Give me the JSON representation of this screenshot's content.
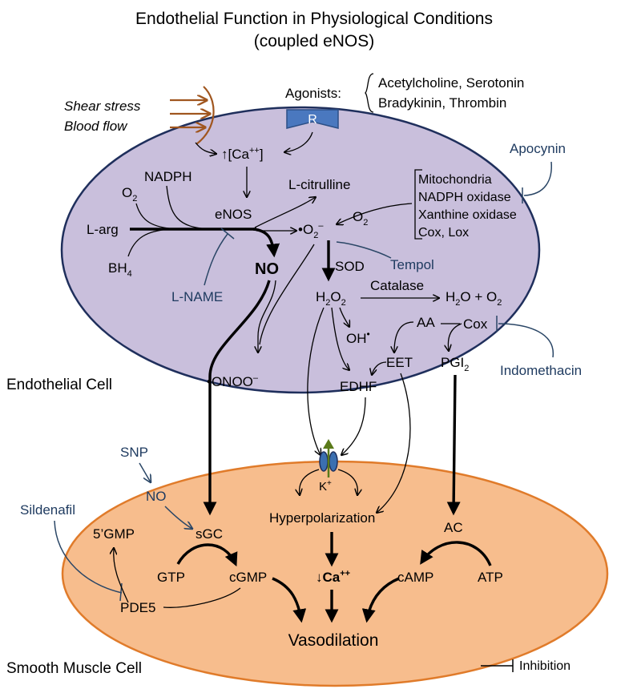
{
  "title": {
    "line1": "Endothelial Function in Physiological Conditions",
    "line2": "(coupled eNOS)"
  },
  "stimuli": {
    "shear": "Shear stress",
    "flow": "Blood flow"
  },
  "agonists": {
    "label": "Agonists:",
    "line1": "Acetylcholine, Serotonin",
    "line2": "Bradykinin, Thrombin"
  },
  "receptor": "R",
  "endothelial": {
    "cell_label": "Endothelial Cell",
    "calcium": "↑[Ca",
    "calcium_sup": "++",
    "calcium_end": "]",
    "nadph": "NADPH",
    "o2": "O",
    "o2_sub": "2",
    "larg": "L-arg",
    "bh4": "BH",
    "bh4_sub": "4",
    "enos": "eNOS",
    "lcitrulline": "L-citrulline",
    "lname": "L-NAME",
    "no": "NO",
    "superoxide": "•O",
    "superoxide_sub": "2",
    "superoxide_sup": "–",
    "o2b": "O",
    "o2b_sub": "2",
    "sources": [
      "Mitochondria",
      "NADPH oxidase",
      "Xanthine oxidase",
      "Cox, Lox"
    ],
    "apocynin": "Apocynin",
    "sod": "SOD",
    "tempol": "Tempol",
    "h2o2_a": "H",
    "h2o2_sub1": "2",
    "h2o2_b": "O",
    "h2o2_sub2": "2",
    "catalase": "Catalase",
    "water_a": "H",
    "water_sub": "2",
    "water_b": "O + O",
    "water_sub2": "2",
    "oh": "OH",
    "oh_dot": "•",
    "aa": "AA",
    "cox": "Cox",
    "eet": "EET",
    "pgi": "PGI",
    "pgi_sub": "2",
    "edhf": "EDHF",
    "peroxynitrite": "•ONOO",
    "peroxynitrite_sup": "–",
    "indomethacin": "Indomethacin"
  },
  "smooth_muscle": {
    "cell_label": "Smooth Muscle Cell",
    "snp": "SNP",
    "no": "NO",
    "sildenafil": "Sildenafil",
    "gmp5": "5’GMP",
    "sgc": "sGC",
    "gtp": "GTP",
    "cgmp": "cGMP",
    "pde5": "PDE5",
    "k": "K",
    "k_sup": "+",
    "hyperpolarization": "Hyperpolarization",
    "ca_down": "↓Ca",
    "ca_sup": "++",
    "ac": "AC",
    "camp": "cAMP",
    "atp": "ATP",
    "vasodilation": "Vasodilation"
  },
  "legend": {
    "inhibition": "Inhibition"
  },
  "colors": {
    "endothelial_fill": "#c9bfdc",
    "endothelial_stroke": "#1f2f5c",
    "smooth_fill": "#f7bd8d",
    "smooth_stroke": "#e07b2a",
    "inhibitor_text": "#1f3b60",
    "receptor_fill": "#4a78bf",
    "stimulus_arrows": "#a0561f",
    "channel_fill": "#3b6fb0",
    "channel_arrow": "#5a7a1a"
  }
}
